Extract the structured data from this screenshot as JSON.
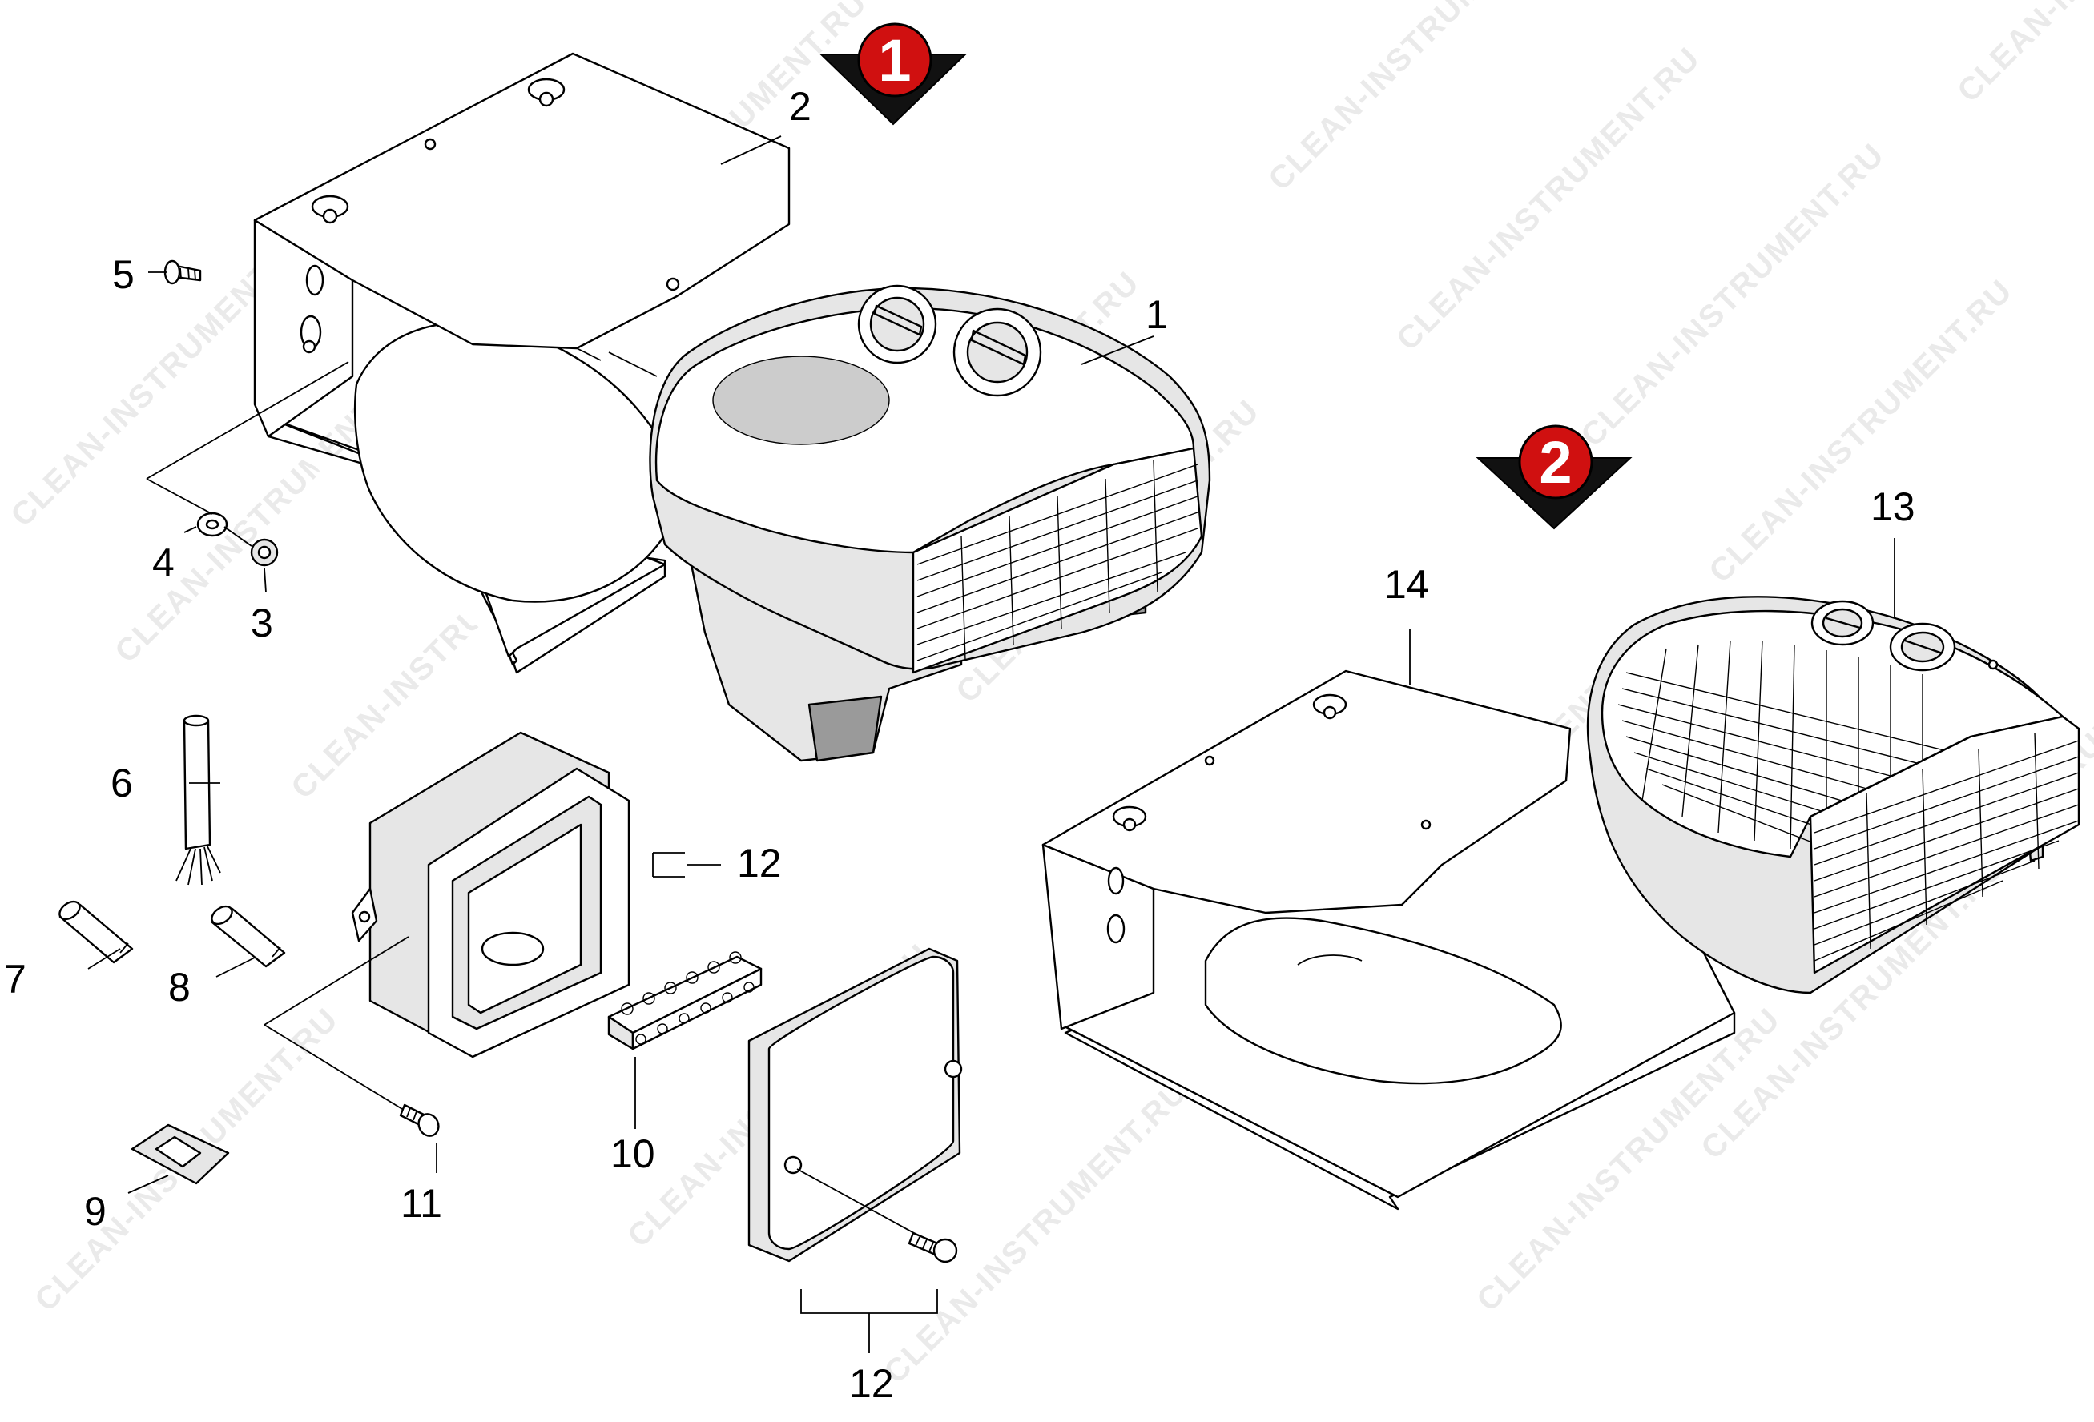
{
  "diagram": {
    "markers": [
      {
        "id": "marker-1",
        "label": "1",
        "color": "#d01010"
      },
      {
        "id": "marker-2",
        "label": "2",
        "color": "#d01010"
      }
    ],
    "callouts": [
      {
        "id": "c1",
        "label": "1"
      },
      {
        "id": "c2",
        "label": "2"
      },
      {
        "id": "c3",
        "label": "3"
      },
      {
        "id": "c4",
        "label": "4"
      },
      {
        "id": "c5",
        "label": "5"
      },
      {
        "id": "c6",
        "label": "6"
      },
      {
        "id": "c7",
        "label": "7"
      },
      {
        "id": "c8",
        "label": "8"
      },
      {
        "id": "c9",
        "label": "9"
      },
      {
        "id": "c10",
        "label": "10"
      },
      {
        "id": "c11",
        "label": "11"
      },
      {
        "id": "c12a",
        "label": "12"
      },
      {
        "id": "c12b",
        "label": "12"
      },
      {
        "id": "c13",
        "label": "13"
      },
      {
        "id": "c14",
        "label": "14"
      }
    ],
    "watermark": "CLEAN-INSTRUMENT.RU"
  }
}
